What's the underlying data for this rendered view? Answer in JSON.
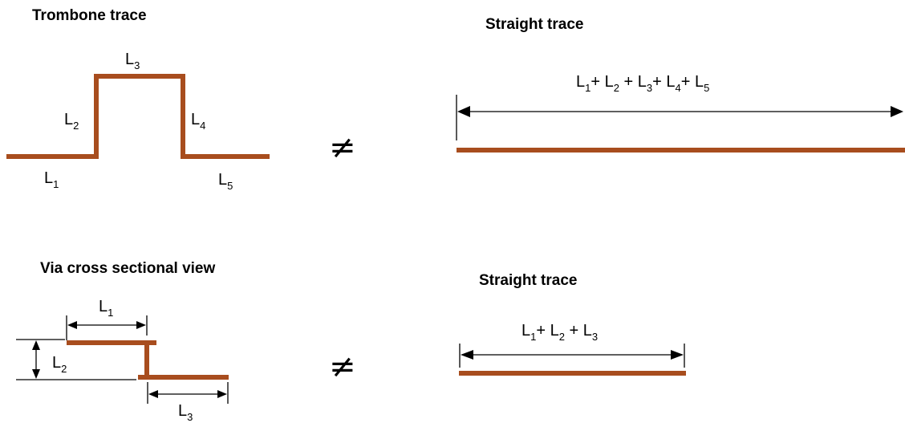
{
  "colors": {
    "trace": "#a84d1e",
    "text": "#000000",
    "background": "#ffffff"
  },
  "trombone": {
    "title": "Trombone trace",
    "segments": [
      {
        "base": "L",
        "sub": "1"
      },
      {
        "base": "L",
        "sub": "2"
      },
      {
        "base": "L",
        "sub": "3"
      },
      {
        "base": "L",
        "sub": "4"
      },
      {
        "base": "L",
        "sub": "5"
      }
    ]
  },
  "straight_top": {
    "title": "Straight  trace",
    "sum_label": [
      {
        "base": "L",
        "sub": "1",
        "op": "+ "
      },
      {
        "base": "L",
        "sub": "2",
        "op": " + "
      },
      {
        "base": "L",
        "sub": "3",
        "op": "+ "
      },
      {
        "base": "L",
        "sub": "4",
        "op": "+ "
      },
      {
        "base": "L",
        "sub": "5",
        "op": ""
      }
    ]
  },
  "via": {
    "title": "Via cross sectional view",
    "segments": [
      {
        "base": "L",
        "sub": "1"
      },
      {
        "base": "L",
        "sub": "2"
      },
      {
        "base": "L",
        "sub": "3"
      }
    ]
  },
  "straight_bottom": {
    "title": "Straight  trace",
    "sum_label": [
      {
        "base": "L",
        "sub": "1",
        "op": "+ "
      },
      {
        "base": "L",
        "sub": "2",
        "op": " + "
      },
      {
        "base": "L",
        "sub": "3",
        "op": ""
      }
    ]
  },
  "relation_symbol": "≠"
}
